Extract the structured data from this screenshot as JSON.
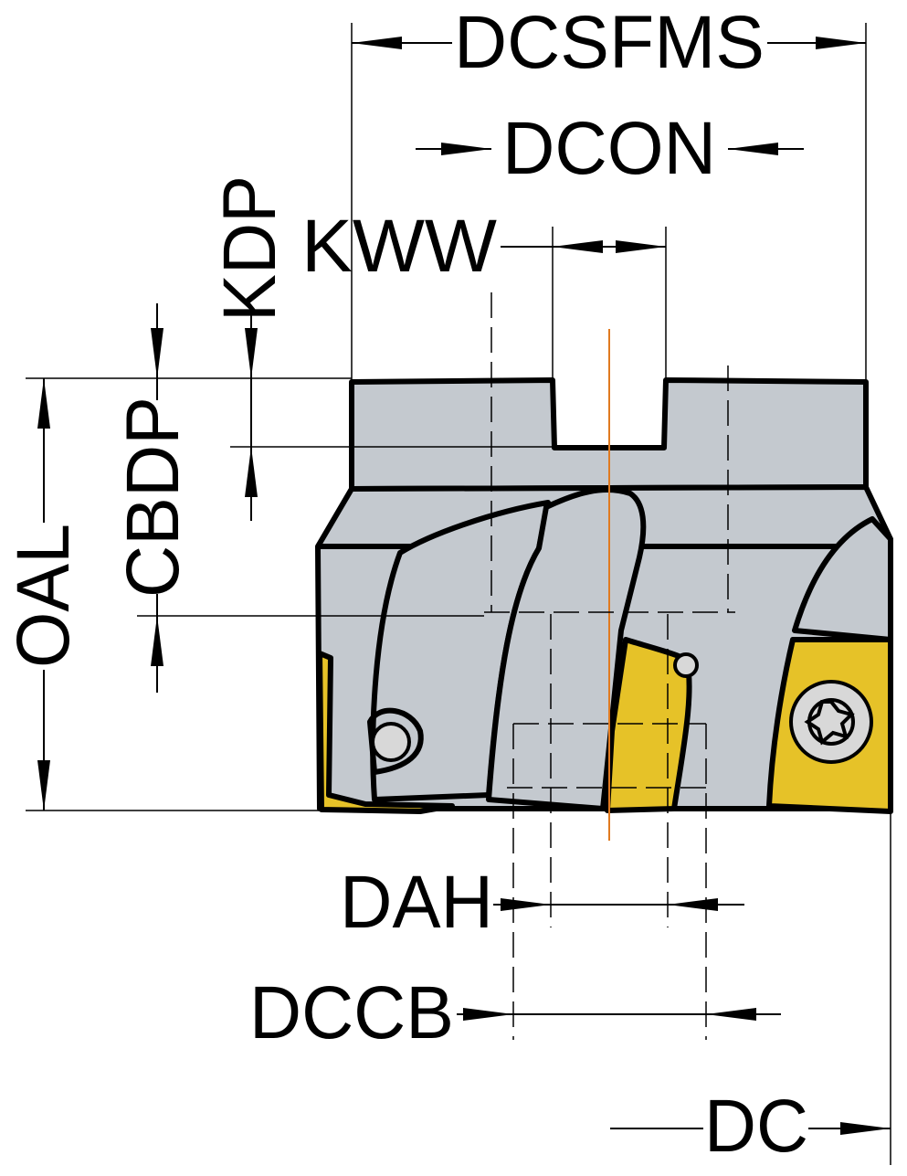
{
  "labels": {
    "dcsfms": "DCSFMS",
    "dcon": "DCON",
    "kww": "KWW",
    "kdp": "KDP",
    "cbdp": "CBDP",
    "oal": "OAL",
    "dah": "DAH",
    "dccb": "DCCB",
    "dc": "DC"
  },
  "colors": {
    "body": "#c4c9cf",
    "insert": "#e6c228",
    "centerline": "#e07a20"
  }
}
